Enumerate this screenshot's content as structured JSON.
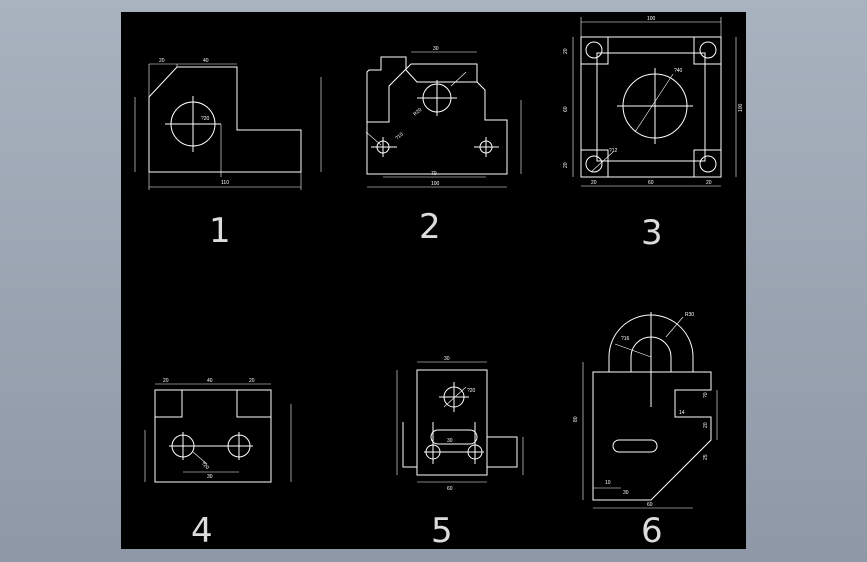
{
  "drawing": {
    "figure_numbers": [
      "1",
      "2",
      "3",
      "4",
      "5",
      "6"
    ],
    "fig1": {
      "dims": [
        "20",
        "40",
        "?20",
        "110"
      ]
    },
    "fig2": {
      "dims": [
        "30",
        "R20",
        "?10",
        "70",
        "100"
      ]
    },
    "fig3": {
      "dims": [
        "100",
        "20",
        "?40",
        "?12",
        "60",
        "100",
        "20",
        "20",
        "60",
        "20"
      ]
    },
    "fig4": {
      "dims": [
        "20",
        "40",
        "20",
        "?20",
        "30"
      ]
    },
    "fig5": {
      "dims": [
        "30",
        "?20",
        "30",
        "60"
      ]
    },
    "fig6": {
      "dims": [
        "?16",
        "R30",
        "80",
        "?0",
        "14",
        "20",
        "25",
        "10",
        "30",
        "60"
      ]
    }
  }
}
